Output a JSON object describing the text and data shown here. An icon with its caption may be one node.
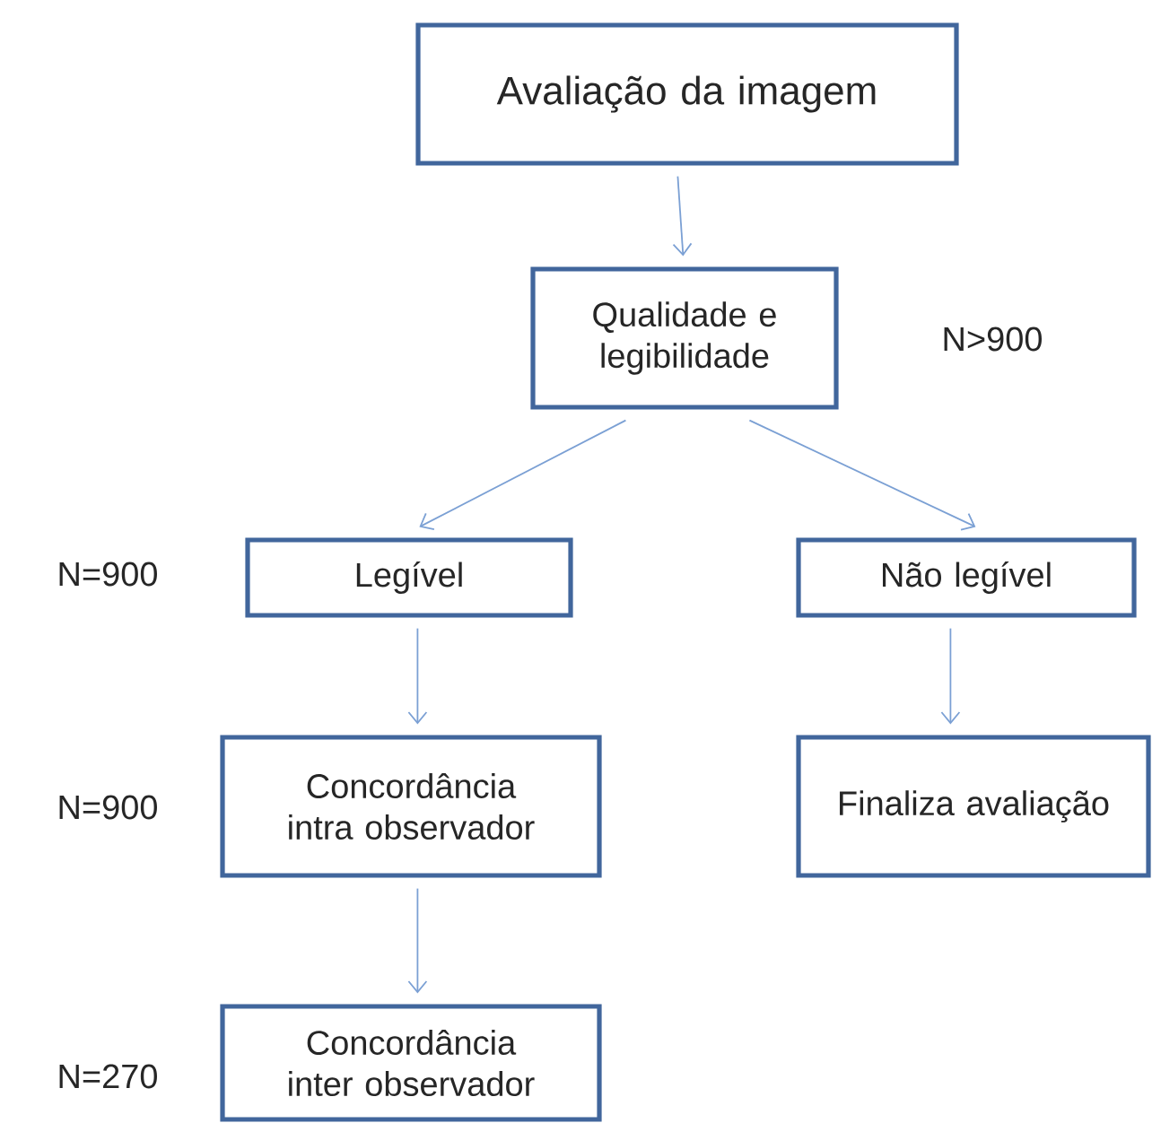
{
  "diagram": {
    "nodes": [
      {
        "text": [
          "Avaliação da imagem"
        ]
      },
      {
        "text": [
          "Qualidade e legibilidade"
        ]
      },
      {
        "text": [
          "Legível"
        ]
      },
      {
        "text": [
          "Não legível"
        ]
      },
      {
        "text": [
          "Concordância intra observador"
        ]
      },
      {
        "text": [
          "Finaliza avaliação"
        ]
      },
      {
        "text": [
          "Concordância inter observador"
        ]
      }
    ],
    "edges": [
      {
        "from": 0,
        "to": 1,
        "arrow": "to"
      },
      {
        "from": 1,
        "to": 2,
        "arrow": "to"
      },
      {
        "from": 1,
        "to": 3,
        "arrow": "to"
      },
      {
        "from": 2,
        "to": 4,
        "arrow": "to"
      },
      {
        "from": 3,
        "to": 5,
        "arrow": "to"
      },
      {
        "from": 4,
        "to": 6,
        "arrow": "to"
      }
    ],
    "labels": [
      "N>900",
      "N=900",
      "N=900",
      "N=270"
    ]
  }
}
